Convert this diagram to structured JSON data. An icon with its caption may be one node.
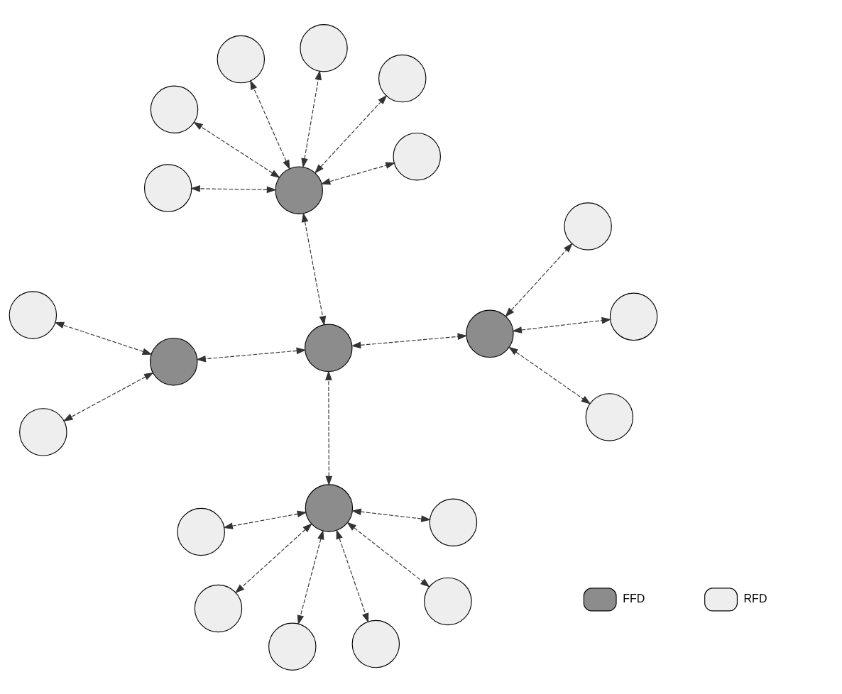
{
  "diagram": {
    "nodes": [
      {
        "text": [],
        "shape": "circle"
      },
      {
        "text": [],
        "shape": "circle"
      },
      {
        "text": [],
        "shape": "circle"
      },
      {
        "text": [],
        "shape": "circle"
      },
      {
        "text": [],
        "shape": "circle"
      },
      {
        "text": [],
        "shape": "circle"
      },
      {
        "text": [],
        "shape": "circle"
      },
      {
        "text": [],
        "shape": "circle"
      },
      {
        "text": [],
        "shape": "circle"
      },
      {
        "text": [],
        "shape": "circle"
      },
      {
        "text": [],
        "shape": "circle"
      },
      {
        "text": [],
        "shape": "circle"
      },
      {
        "text": [],
        "shape": "circle"
      },
      {
        "text": [],
        "shape": "circle"
      },
      {
        "text": [],
        "shape": "circle"
      },
      {
        "text": [],
        "shape": "circle"
      },
      {
        "text": [],
        "shape": "circle"
      },
      {
        "text": [],
        "shape": "circle"
      },
      {
        "text": [],
        "shape": "circle"
      },
      {
        "text": [],
        "shape": "circle"
      },
      {
        "text": [],
        "shape": "circle"
      },
      {
        "text": [],
        "shape": "circle"
      }
    ],
    "edges": [
      {
        "from": 5,
        "to": 0,
        "arrow": "both",
        "style": "dashed"
      },
      {
        "from": 5,
        "to": 2,
        "arrow": "both",
        "style": "dashed"
      },
      {
        "from": 5,
        "to": 4,
        "arrow": "both",
        "style": "dashed"
      },
      {
        "from": 5,
        "to": 7,
        "arrow": "both",
        "style": "dashed"
      },
      {
        "from": 5,
        "to": 8,
        "arrow": "both",
        "style": "dashed"
      },
      {
        "from": 5,
        "to": 9,
        "arrow": "both",
        "style": "dashed"
      },
      {
        "from": 5,
        "to": 10,
        "arrow": "both",
        "style": "dashed"
      },
      {
        "from": 16,
        "to": 11,
        "arrow": "both",
        "style": "dashed"
      },
      {
        "from": 16,
        "to": 12,
        "arrow": "both",
        "style": "dashed"
      },
      {
        "from": 16,
        "to": 13,
        "arrow": "both",
        "style": "dashed"
      },
      {
        "from": 16,
        "to": 17,
        "arrow": "both",
        "style": "dashed"
      },
      {
        "from": 16,
        "to": 19,
        "arrow": "both",
        "style": "dashed"
      },
      {
        "from": 16,
        "to": 21,
        "arrow": "both",
        "style": "dashed"
      },
      {
        "from": 16,
        "to": 10,
        "arrow": "both",
        "style": "dashed"
      },
      {
        "from": 10,
        "to": 1,
        "arrow": "both",
        "style": "dashed"
      },
      {
        "from": 1,
        "to": 3,
        "arrow": "both",
        "style": "dashed"
      },
      {
        "from": 1,
        "to": 6,
        "arrow": "both",
        "style": "dashed"
      },
      {
        "from": 10,
        "to": 18,
        "arrow": "both",
        "style": "dashed"
      },
      {
        "from": 18,
        "to": 14,
        "arrow": "both",
        "style": "dashed"
      },
      {
        "from": 18,
        "to": 15,
        "arrow": "both",
        "style": "dashed"
      },
      {
        "from": 18,
        "to": 20,
        "arrow": "both",
        "style": "dashed"
      }
    ],
    "legend": [
      {
        "text": "FFD",
        "color": "#8c8c8c"
      },
      {
        "text": "RFD",
        "color": "#eeeeee"
      }
    ]
  }
}
